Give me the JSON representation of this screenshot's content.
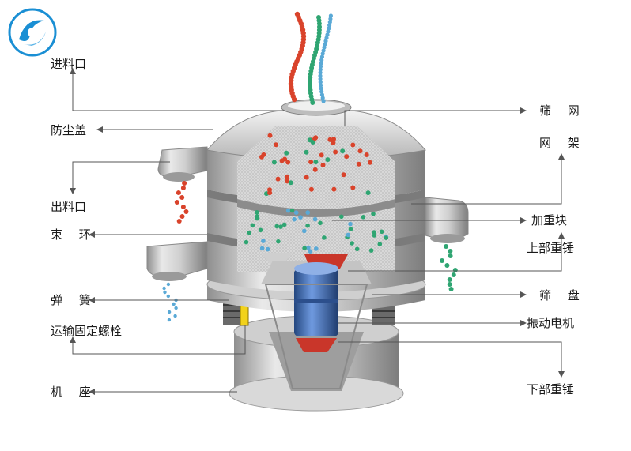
{
  "labels": {
    "feed_inlet": "进料口",
    "dust_cover": "防尘盖",
    "outlet": "出料口",
    "clamp_ring": "束 环",
    "spring": "弹 簧",
    "transport_bolt": "运输固定螺栓",
    "base": "机 座",
    "screen_mesh": "筛 网",
    "mesh_frame": "网 架",
    "weight_block": "加重块",
    "upper_weight": "上部重锤",
    "screen_tray": "筛 盘",
    "vibration_motor": "振动电机",
    "lower_weight": "下部重锤"
  },
  "colors": {
    "leader": "#555555",
    "metal_light": "#e6e6e6",
    "metal_dark": "#9a9a9a",
    "particle_red": "#d9432b",
    "particle_green": "#2fa572",
    "particle_blue": "#5aa9d6",
    "motor_blue": "#3f6fb5",
    "logo_blue": "#1a8fd4"
  },
  "logo_icon": "swirl-logo-icon"
}
